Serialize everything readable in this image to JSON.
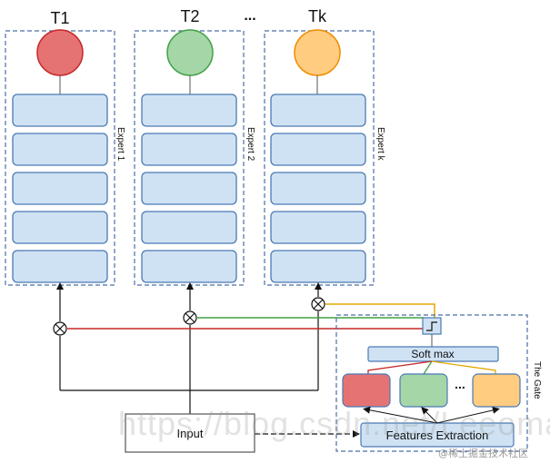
{
  "experts": [
    {
      "task_label": "T1",
      "expert_label": "Expert 1",
      "task_color": "#e57373",
      "task_stroke": "#c62828"
    },
    {
      "task_label": "T2",
      "expert_label": "Expert 2",
      "task_color": "#a5d6a7",
      "task_stroke": "#43a047"
    },
    {
      "task_label": "Tk",
      "expert_label": "Expert k",
      "task_color": "#ffcc80",
      "task_stroke": "#ef8c00"
    }
  ],
  "ellipsis_label": "...",
  "gate": {
    "title": "The Gate",
    "softmax_label": "Soft max",
    "features_label": "Features Extraction",
    "ellipsis_label": "...",
    "colors": [
      "#e57373",
      "#a5d6a7",
      "#ffcc80"
    ]
  },
  "input_label": "Input",
  "watermark": {
    "text": "https://blog.csdn.net/Leeomage",
    "cn_text": "@稀土掘金技术社区"
  },
  "colors": {
    "block_fill": "#cfe2f3",
    "block_stroke": "#4a7ab5",
    "frame_stroke": "#4a6fa5",
    "red_line": "#c62828",
    "green_line": "#43a047",
    "yellow_line": "#e0a800"
  }
}
